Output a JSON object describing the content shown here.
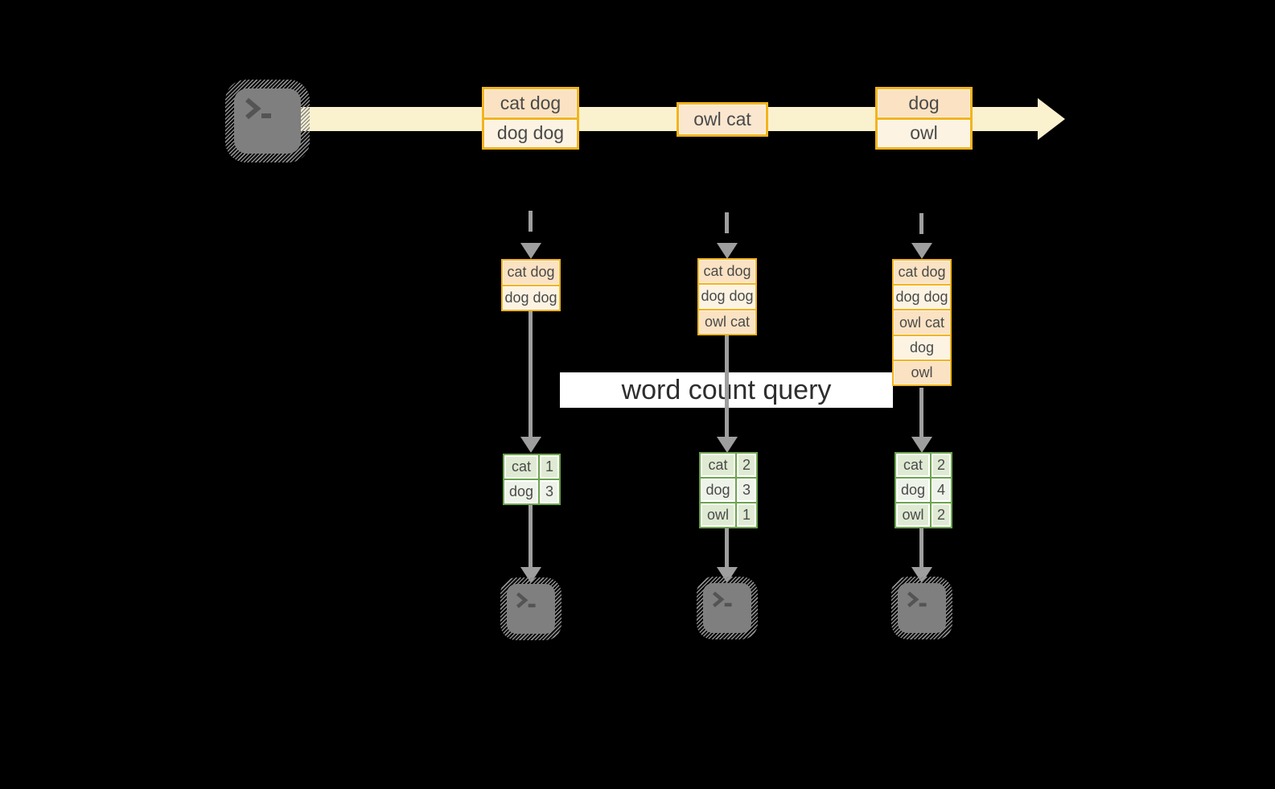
{
  "query_banner": {
    "label": "word count query"
  },
  "stream": {
    "records": [
      {
        "lines": [
          "cat dog",
          "dog dog"
        ]
      },
      {
        "lines": [
          "owl cat"
        ]
      },
      {
        "lines": [
          "dog",
          "owl"
        ]
      }
    ]
  },
  "columns": [
    {
      "buffer": [
        "cat dog",
        "dog dog"
      ],
      "counts": [
        {
          "word": "cat",
          "count": "1"
        },
        {
          "word": "dog",
          "count": "3"
        }
      ]
    },
    {
      "buffer": [
        "cat dog",
        "dog dog",
        "owl cat"
      ],
      "counts": [
        {
          "word": "cat",
          "count": "2"
        },
        {
          "word": "dog",
          "count": "3"
        },
        {
          "word": "owl",
          "count": "1"
        }
      ]
    },
    {
      "buffer": [
        "cat dog",
        "dog dog",
        "owl cat",
        "dog",
        "owl"
      ],
      "counts": [
        {
          "word": "cat",
          "count": "2"
        },
        {
          "word": "dog",
          "count": "4"
        },
        {
          "word": "owl",
          "count": "2"
        }
      ]
    }
  ],
  "icons": {
    "source": "terminal-icon",
    "outputs": [
      "terminal-icon",
      "terminal-icon",
      "terminal-icon"
    ]
  },
  "colors": {
    "accent_orange": "#f2b41d",
    "peach_fill": "#fae2c3",
    "cream_fill": "#fdf3e3",
    "stream_yellow": "#faf1cf",
    "green_border": "#6ca44e",
    "green_fill_dark": "#dfead3",
    "green_fill_light": "#eef3e9",
    "arrow_gray": "#9e9e9e",
    "terminal_gray": "#7f7f7f",
    "banner_white": "#ffffff",
    "text_dark": "#4a4a4a"
  }
}
